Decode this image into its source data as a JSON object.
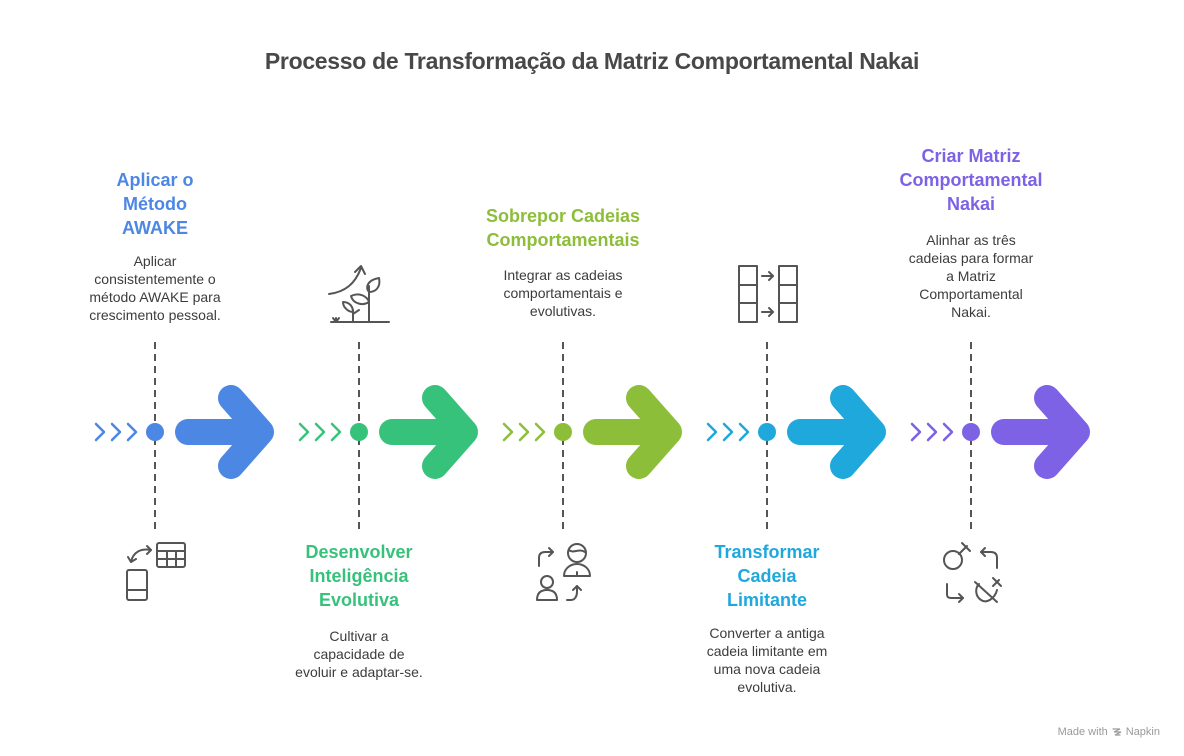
{
  "title": "Processo de Transformação da Matriz Comportamental Nakai",
  "steps": [
    {
      "heading": "Aplicar o Método AWAKE",
      "heading_lines": [
        "Aplicar o",
        "Método",
        "AWAKE"
      ],
      "description_lines": [
        "Aplicar",
        "consistentemente o",
        "método AWAKE para",
        "crescimento pessoal."
      ],
      "color": "#4C87E3",
      "text_position": "top",
      "icon": "device-table-sync-icon"
    },
    {
      "heading": "Desenvolver Inteligência Evolutiva",
      "heading_lines": [
        "Desenvolver",
        "Inteligência",
        "Evolutiva"
      ],
      "description_lines": [
        "Cultivar a",
        "capacidade de",
        "evoluir e adaptar-se."
      ],
      "color": "#37C27C",
      "text_position": "bottom",
      "icon": "plant-growth-icon"
    },
    {
      "heading": "Sobrepor Cadeias Comportamentais",
      "heading_lines": [
        "Sobrepor Cadeias",
        "Comportamentais"
      ],
      "description_lines": [
        "Integrar as cadeias",
        "comportamentais e",
        "evolutivas."
      ],
      "color": "#8DBE3A",
      "text_position": "top",
      "icon": "people-exchange-icon"
    },
    {
      "heading": "Transformar Cadeia Limitante",
      "heading_lines": [
        "Transformar",
        "Cadeia",
        "Limitante"
      ],
      "description_lines": [
        "Converter a antiga",
        "cadeia limitante em",
        "uma nova cadeia",
        "evolutiva."
      ],
      "color": "#1FA8DC",
      "text_position": "bottom",
      "icon": "column-transform-icon"
    },
    {
      "heading": "Criar Matriz Comportamental Nakai",
      "heading_lines": [
        "Criar Matriz",
        "Comportamental",
        "Nakai"
      ],
      "description_lines": [
        "Alinhar as três",
        "cadeias para formar",
        "a Matriz",
        "Comportamental",
        "Nakai."
      ],
      "color": "#7D62E6",
      "text_position": "top",
      "icon": "symbol-cycle-icon"
    }
  ],
  "footer": {
    "made_with": "Made with",
    "brand": "Napkin"
  }
}
